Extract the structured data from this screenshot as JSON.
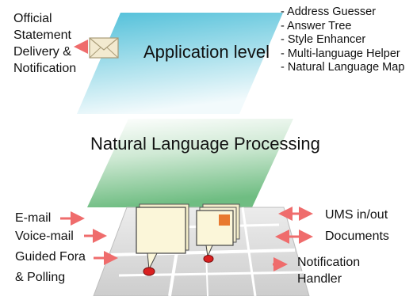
{
  "layers": {
    "application": {
      "title": "Application level"
    },
    "nlp": {
      "title": "Natural Language Processing"
    }
  },
  "app_features": [
    "- Address Guesser",
    "- Answer Tree",
    "- Style Enhancer",
    "- Multi-language Helper",
    "- Natural Language Map"
  ],
  "output_top_left": [
    "Official",
    "Statement",
    "Delivery &",
    "Notification"
  ],
  "inputs_left": [
    "E-mail",
    "Voice-mail",
    "Guided Fora",
    "& Polling"
  ],
  "io_right": {
    "ums": "UMS in/out",
    "documents": "Documents",
    "notification": [
      "Notification",
      "Handler"
    ]
  },
  "colors": {
    "arrow": "#ef6c6c",
    "app_layer_top": "#5fc6de",
    "nlp_layer_top": "#7fc28e",
    "map_base": "#dedede",
    "map_road": "#ffffff",
    "pin": "#d92020",
    "note": "#fbf6d9",
    "note_accent": "#e8792f"
  },
  "icons": [
    "envelope-icon",
    "map-icon",
    "map-pin-icon",
    "document-icon",
    "arrow-icon"
  ]
}
